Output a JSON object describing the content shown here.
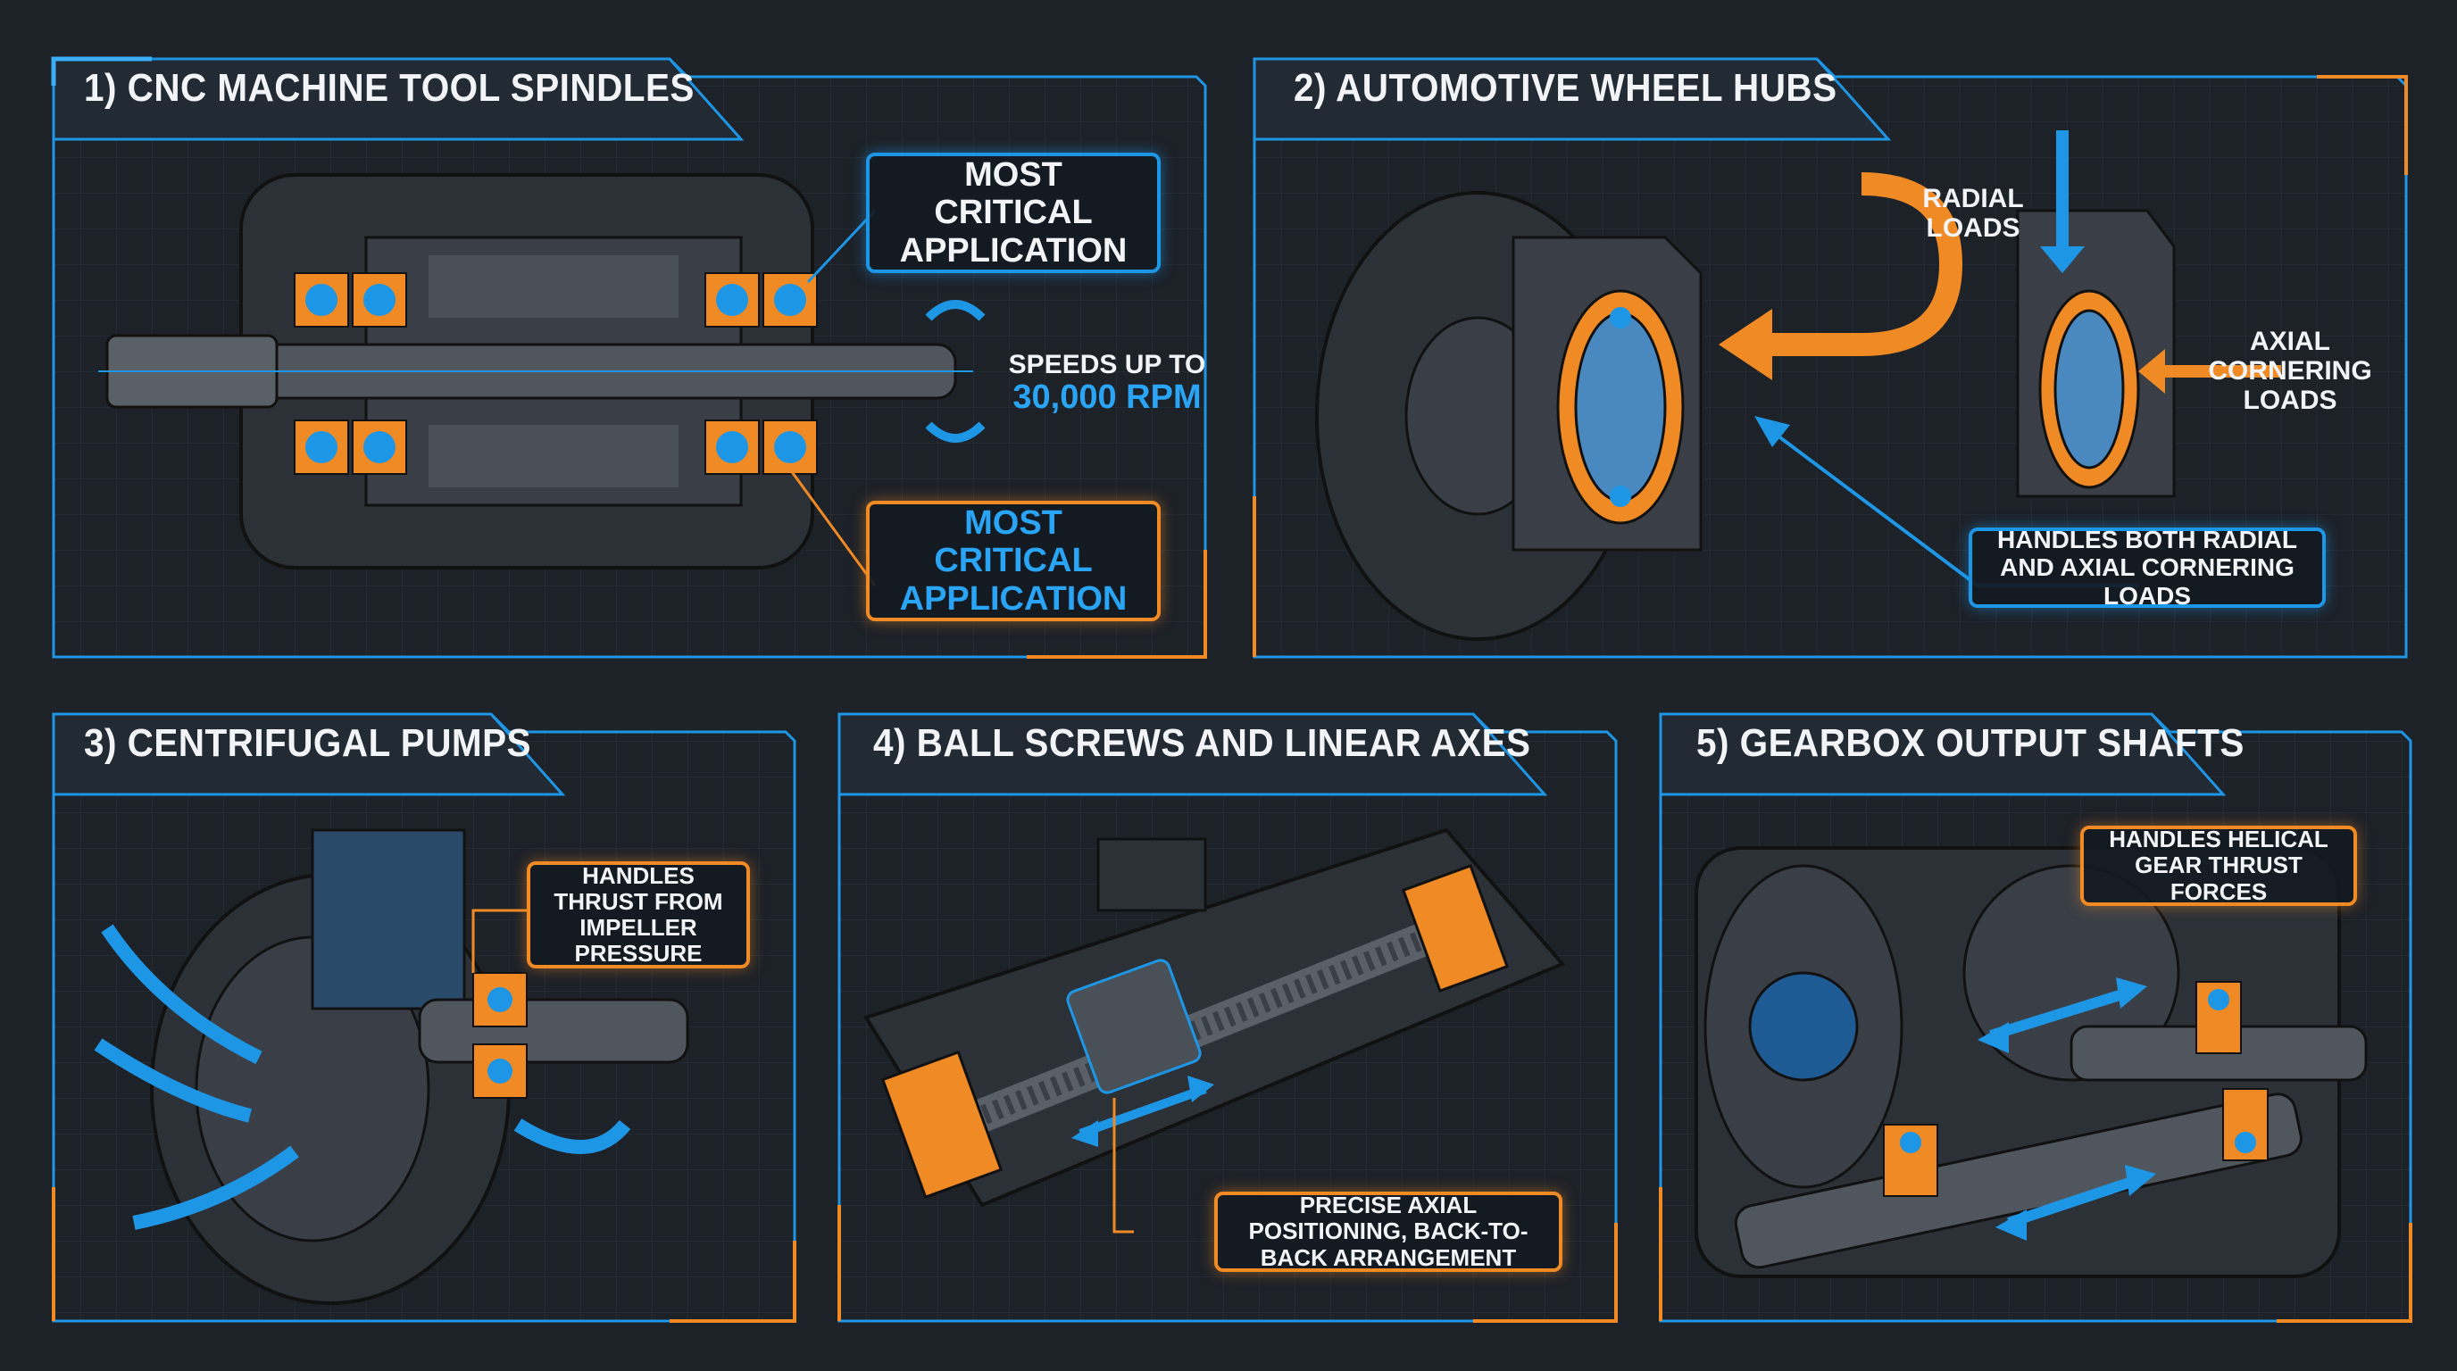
{
  "panels": [
    {
      "title": "1) CNC MACHINE TOOL SPINDLES",
      "callout_top": "MOST CRITICAL APPLICATION",
      "callout_bottom": "MOST CRITICAL APPLICATION",
      "speed_line1": "SPEEDS UP TO",
      "speed_line2": "30,000 RPM"
    },
    {
      "title": "2) AUTOMOTIVE WHEEL HUBS",
      "radial_label": "RADIAL LOADS",
      "axial_label": "AXIAL CORNERING LOADS",
      "callout": "HANDLES BOTH RADIAL AND AXIAL CORNERING LOADS"
    },
    {
      "title": "3) CENTRIFUGAL PUMPS",
      "callout": "HANDLES THRUST FROM IMPELLER PRESSURE"
    },
    {
      "title": "4) BALL SCREWS AND LINEAR AXES",
      "callout": "PRECISE AXIAL POSITIONING, BACK-TO-BACK ARRANGEMENT"
    },
    {
      "title": "5) GEARBOX OUTPUT SHAFTS",
      "callout": "HANDLES HELICAL GEAR THRUST FORCES"
    }
  ],
  "colors": {
    "background": "#1d2128",
    "accent_blue": "#1e96e6",
    "accent_orange": "#f08a24",
    "metal_dark": "#3a3f47",
    "text": "#f2f4f7"
  }
}
